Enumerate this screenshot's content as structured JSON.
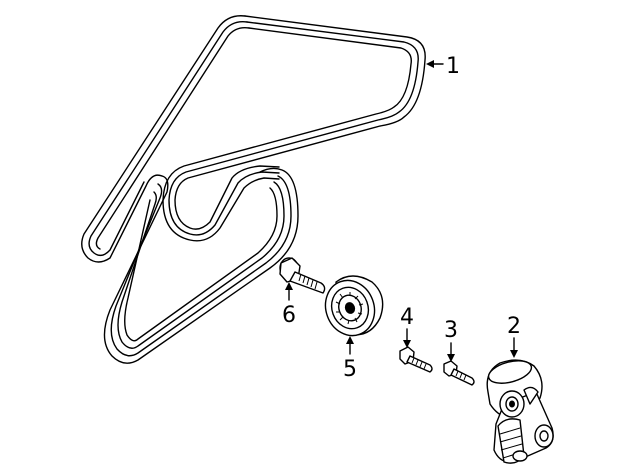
{
  "diagram": {
    "callouts": [
      {
        "id": "belt",
        "label": "1"
      },
      {
        "id": "tensioner",
        "label": "2"
      },
      {
        "id": "bolt-small",
        "label": "3"
      },
      {
        "id": "bolt-medium",
        "label": "4"
      },
      {
        "id": "idler-pulley",
        "label": "5"
      },
      {
        "id": "pulley-bolt",
        "label": "6"
      }
    ]
  }
}
